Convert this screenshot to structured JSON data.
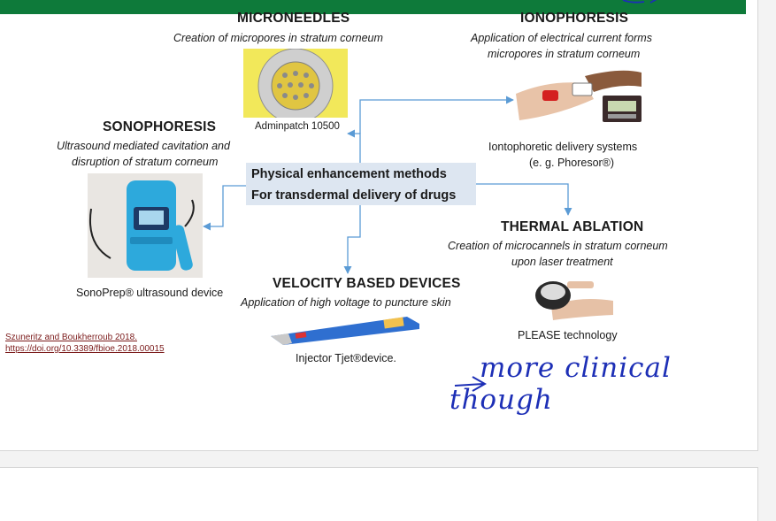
{
  "colors": {
    "header_bar": "#0e7a3a",
    "arrow": "#5b9bd5",
    "center_box": "#dde6f1",
    "ink": "#1d2fb6",
    "link": "#7b1b1b"
  },
  "center": {
    "line1": "Physical enhancement methods",
    "line2": "For transdermal delivery of drugs"
  },
  "microneedles": {
    "title": "MICRONEEDLES",
    "desc": "Creation of micropores in stratum corneum",
    "caption": "Adminpatch 10500"
  },
  "iontophoresis": {
    "title": "IONOPHORESIS",
    "desc1": "Application of electrical current forms",
    "desc2": "micropores in stratum corneum",
    "caption1": "Iontophoretic delivery systems",
    "caption2": "(e. g. Phoresor®)"
  },
  "sonophoresis": {
    "title": "SONOPHORESIS",
    "desc1": "Ultrasound mediated cavitation and",
    "desc2": "disruption of stratum corneum",
    "caption": "SonoPrep® ultrasound device"
  },
  "thermal": {
    "title": "THERMAL ABLATION",
    "desc1": "Creation of microcannels in stratum corneum",
    "desc2": "upon laser treatment",
    "caption": "PLEASE technology"
  },
  "velocity": {
    "title": "VELOCITY BASED DEVICES",
    "desc": "Application of high voltage to puncture skin",
    "caption": "Injector Tjet®device."
  },
  "reference": {
    "line1": "Szuneritz and Boukherroub 2018.",
    "line2": "https://doi.org/10.3389/fbioe.2018.00015"
  },
  "annotation": {
    "text": "more clinical though"
  }
}
